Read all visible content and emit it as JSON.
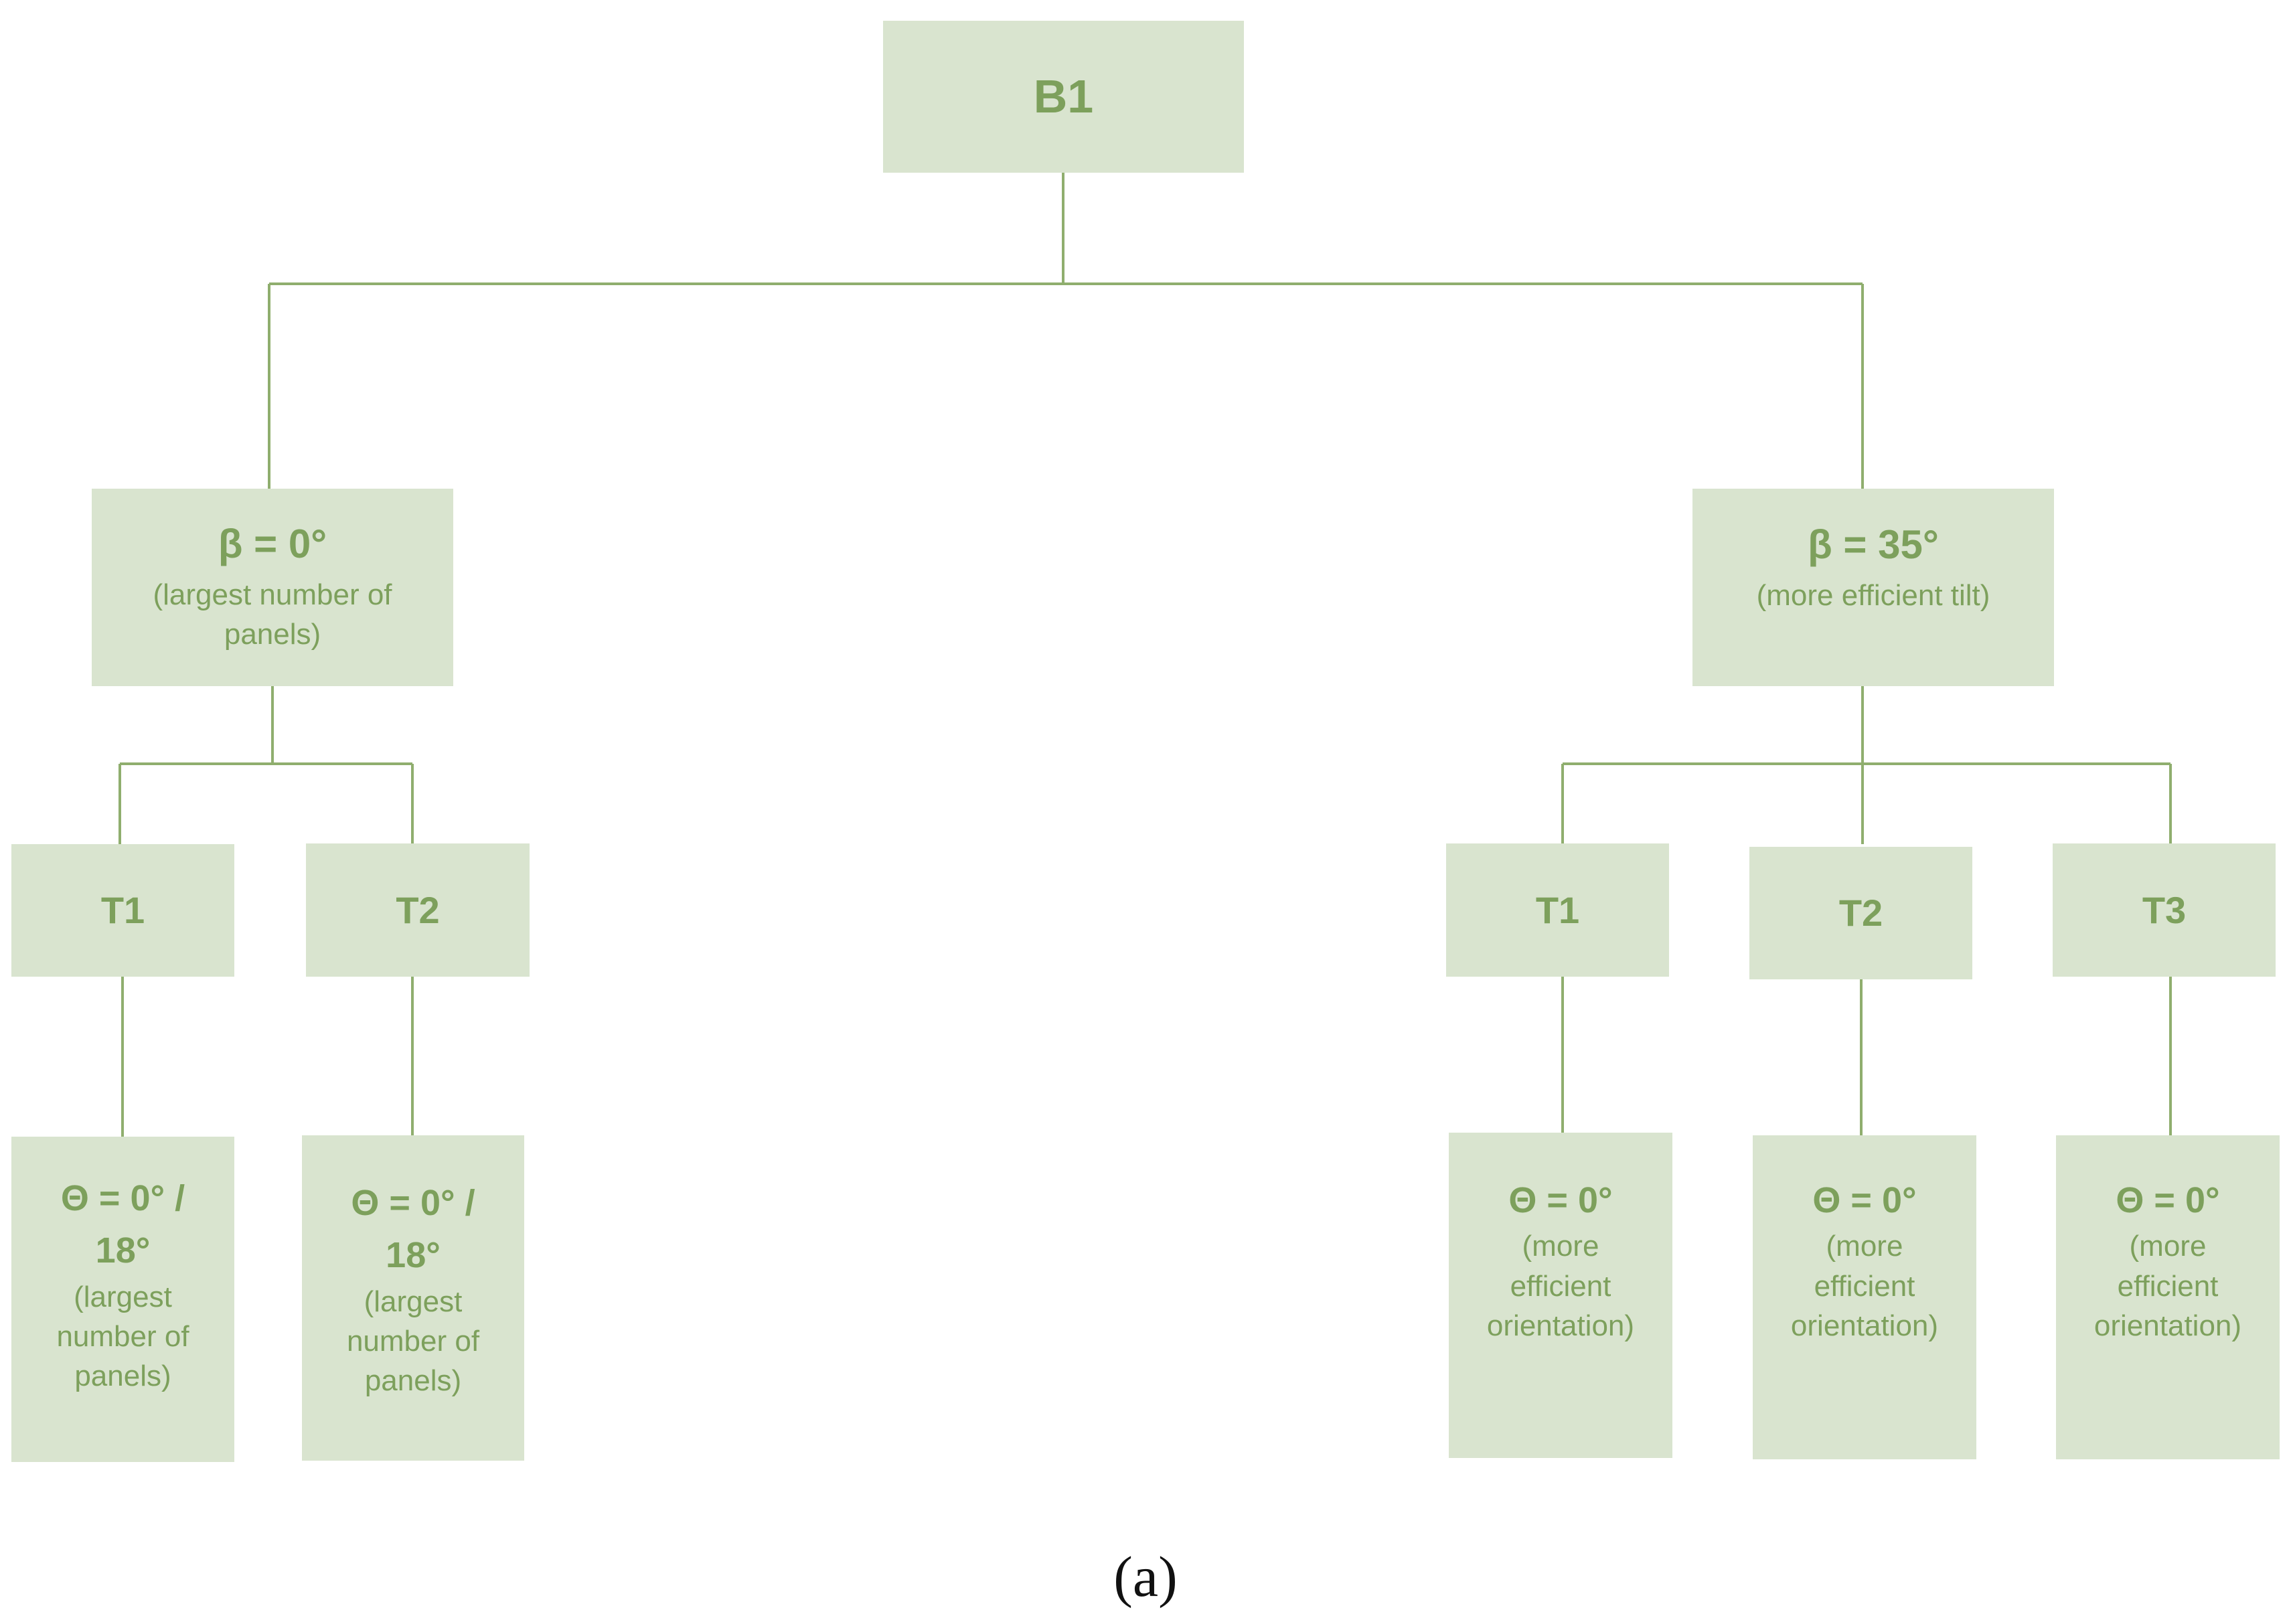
{
  "nodes": {
    "root": {
      "label": "B1"
    },
    "tilt_0": {
      "label": "β = 0°",
      "description": "(largest number of\npanels)"
    },
    "tilt_35": {
      "label": "β = 35°",
      "description": "(more efficient tilt)"
    },
    "t1_left": {
      "label": "T1"
    },
    "t2_left": {
      "label": "T2"
    },
    "t1_right": {
      "label": "T1"
    },
    "t2_right": {
      "label": "T2"
    },
    "t3_right": {
      "label": "T3"
    },
    "leaf_t1_left": {
      "label": "Θ = 0°  /\n18°",
      "description": "(largest\nnumber of\npanels)"
    },
    "leaf_t2_left": {
      "label": "Θ = 0°  /\n18°",
      "description": "(largest\nnumber of\npanels)"
    },
    "leaf_t1_right": {
      "label": "Θ = 0°",
      "description": "(more\nefficient\norientation)"
    },
    "leaf_t2_right": {
      "label": "Θ = 0°",
      "description": "(more\nefficient\norientation)"
    },
    "leaf_t3_right": {
      "label": "Θ = 0°",
      "description": "(more\nefficient\norientation)"
    }
  },
  "caption": "(a)",
  "colors": {
    "box_fill": "#d9e4cf",
    "text": "#7da05c",
    "connector": "#8fae6e"
  }
}
